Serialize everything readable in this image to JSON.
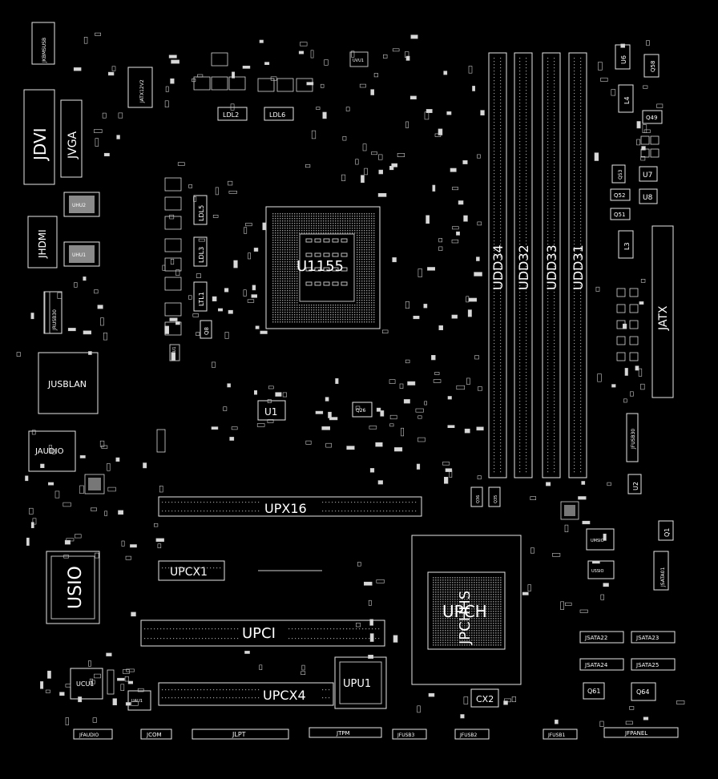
{
  "board": {
    "cpu_socket": "U1155",
    "pch": "UPCH",
    "pch_heatsink": "JPCHHS",
    "pci_x16": "UPX16",
    "pci_x1": "UPCX1",
    "pci_x4": "UPCX4",
    "pci": "UPCI",
    "dimms": [
      "UDD34",
      "UDD32",
      "UDD33",
      "UDD31"
    ],
    "atx_power": "JATX",
    "atx12v": "JATX12V2",
    "sio": "USIO",
    "pu1": "UPU1",
    "u1": "U1",
    "rear_io": {
      "kbms_usb": "JKBMSUSB",
      "dvi": "JDVI",
      "vga": "JVGA",
      "hdmi": "JHDMI",
      "usb30": "JRUSB30",
      "usb_lan": "JUSBLAN",
      "audio": "JAUDIO"
    },
    "small_labels": {
      "uhu2": "UHU2",
      "uhu1": "UHU1",
      "ldl2": "LDL2",
      "ldl6": "LDL6",
      "ldl5": "LDL5",
      "ldl3": "LDL3",
      "ltl1": "LTL1",
      "q8": "Q8",
      "q26": "Q26",
      "ucu1": "UCU1",
      "uau1": "UAU1",
      "cx2": "CX2",
      "q61": "Q61",
      "q64": "Q64",
      "q1": "Q1",
      "u2": "U2",
      "u6": "U6",
      "u7": "U7",
      "u8": "U8",
      "q58": "Q58",
      "q49": "Q49",
      "q53": "Q53",
      "q52": "Q52",
      "q51": "Q51",
      "l4": "L4",
      "l3": "L3",
      "q36": "Q36",
      "q35": "Q35",
      "umsio": "UMSIO",
      "ussio": "USSIO",
      "jsata01": "JSATA01",
      "jfusb30": "JFUSB30",
      "uvu1": "UVU1",
      "upu1_top": "UPU1"
    },
    "sata": [
      "JSATA22",
      "JSATA23",
      "JSATA24",
      "JSATA25"
    ],
    "bottom_headers": [
      "JFAUDIO",
      "JCOM",
      "JLPT",
      "JTPM",
      "JFUSB3",
      "JFUSB2",
      "JFUSB1",
      "JFPANEL"
    ]
  }
}
